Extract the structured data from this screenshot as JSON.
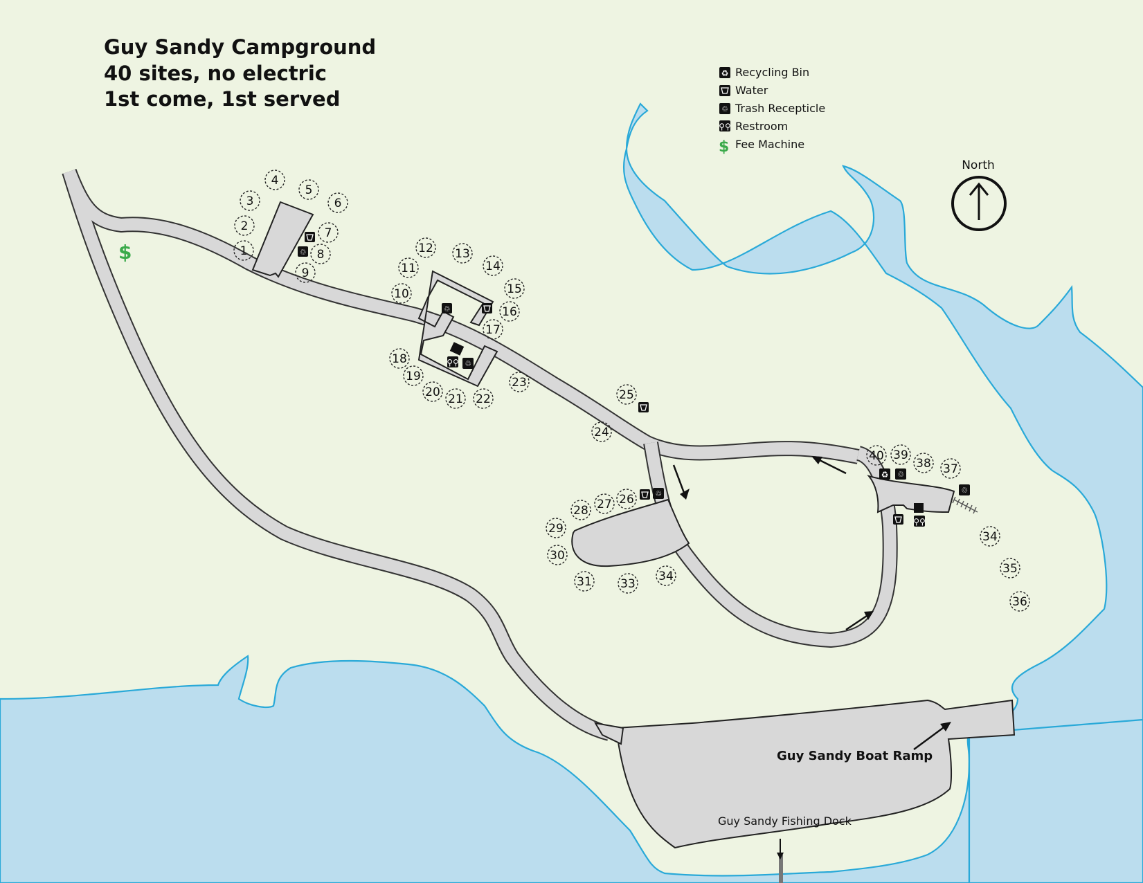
{
  "title": {
    "line1": "Guy Sandy Campground",
    "line2": "40 sites, no electric",
    "line3": "1st come, 1st served"
  },
  "legend": [
    {
      "icon": "recycling-bin-icon",
      "label": "Recycling  Bin"
    },
    {
      "icon": "water-icon",
      "label": "Water"
    },
    {
      "icon": "trash-receptacle-icon",
      "label": "Trash Recepticle"
    },
    {
      "icon": "restroom-icon",
      "label": "Restroom"
    },
    {
      "icon": "fee-machine-icon",
      "label": "Fee Machine"
    }
  ],
  "north_label": "North",
  "fee_symbol": "$",
  "labels": {
    "boat_ramp": "Guy Sandy Boat Ramp",
    "fishing_dock": "Guy Sandy Fishing Dock"
  },
  "sites": [
    "1",
    "2",
    "3",
    "4",
    "5",
    "6",
    "7",
    "8",
    "9",
    "10",
    "11",
    "12",
    "13",
    "14",
    "15",
    "16",
    "17",
    "18",
    "19",
    "20",
    "21",
    "22",
    "23",
    "24",
    "25",
    "26",
    "27",
    "28",
    "29",
    "30",
    "31",
    "33",
    "34",
    "40",
    "39",
    "38",
    "37",
    "34",
    "35",
    "36"
  ],
  "colors": {
    "land": "#eef4e2",
    "water": "#bbddee",
    "shoreline": "#29a9d8",
    "road": "#d8d8d8",
    "fee_green": "#3aaa4a"
  }
}
